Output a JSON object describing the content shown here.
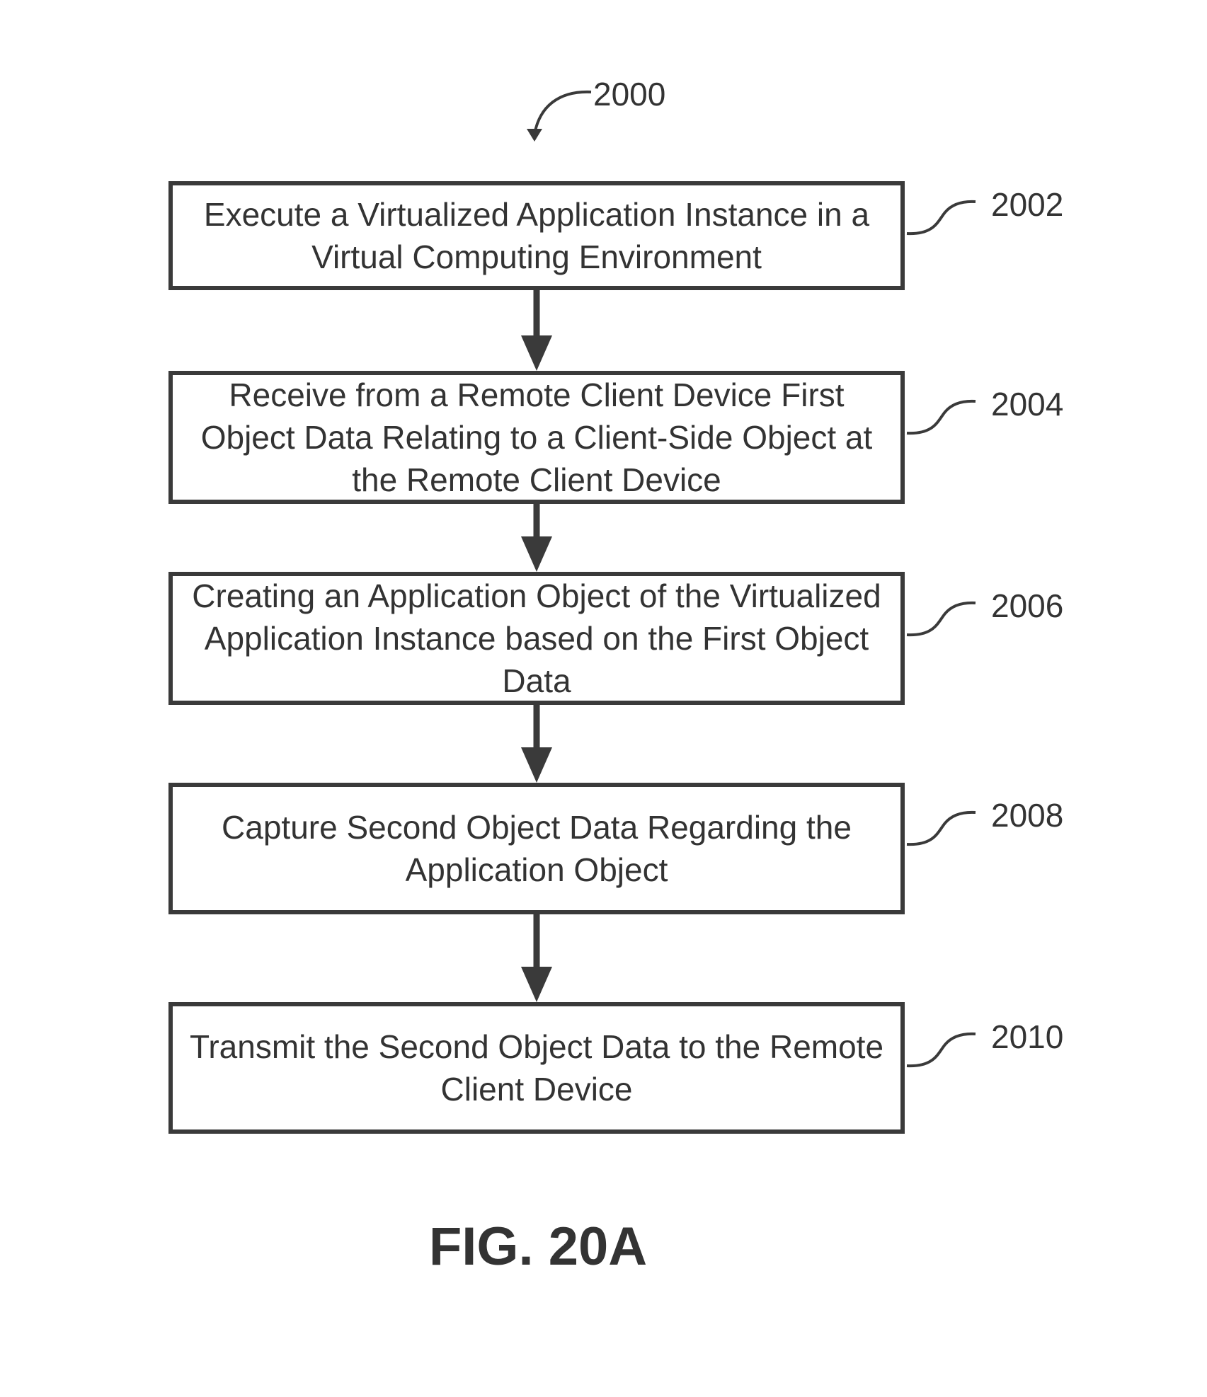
{
  "figure_ref": "2000",
  "steps": [
    {
      "ref": "2002",
      "text": "Execute a Virtualized Application Instance in a Virtual Computing Environment"
    },
    {
      "ref": "2004",
      "text": "Receive from a Remote Client Device First Object Data Relating to a Client-Side Object at the Remote Client Device"
    },
    {
      "ref": "2006",
      "text": "Creating an Application Object of the Virtualized Application Instance based on the First Object Data"
    },
    {
      "ref": "2008",
      "text": "Capture Second Object Data Regarding the Application Object"
    },
    {
      "ref": "2010",
      "text": "Transmit the Second Object Data to the Remote Client Device"
    }
  ],
  "figure_label": "FIG. 20A",
  "colors": {
    "stroke": "#3a3a3a",
    "text": "#333333",
    "background": "#ffffff"
  }
}
